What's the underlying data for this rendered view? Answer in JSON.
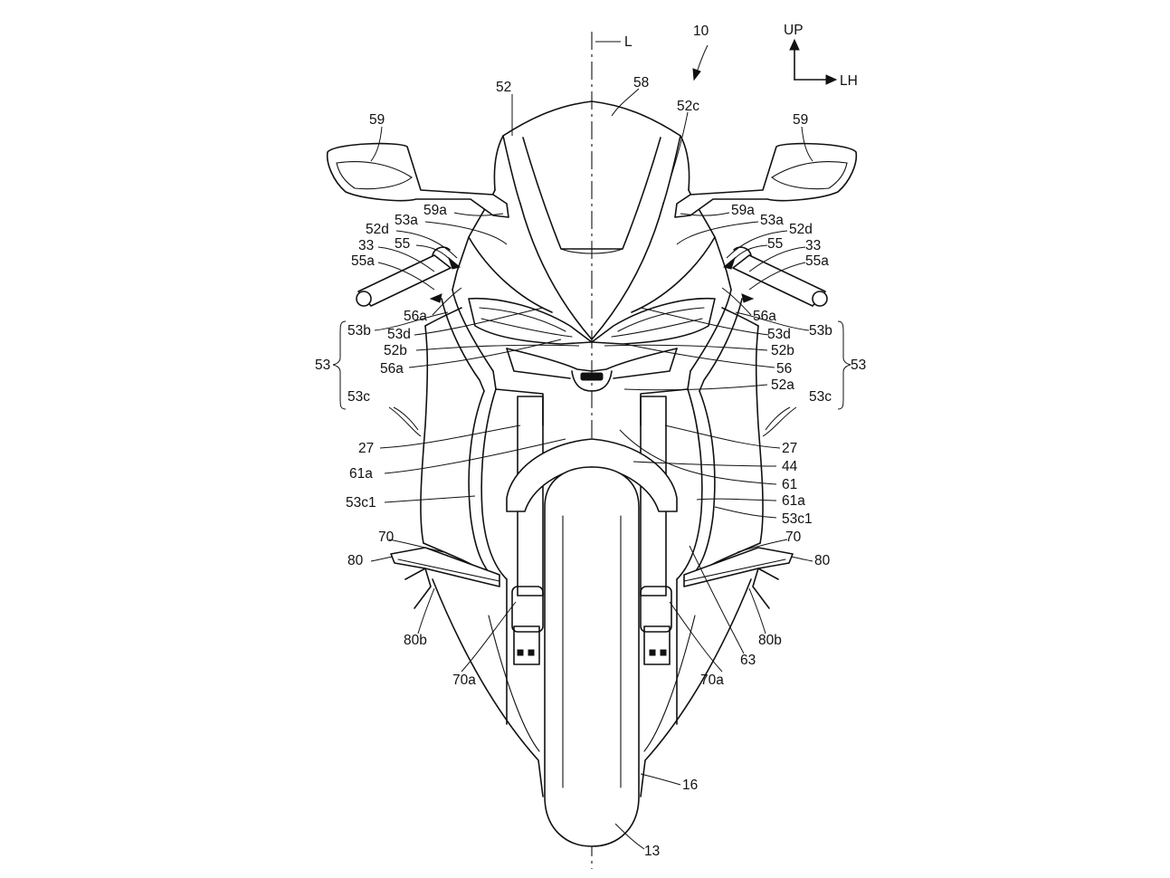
{
  "figure": {
    "ref_main": "10",
    "ref_axis": "L",
    "direction": {
      "up": "UP",
      "side": "LH"
    },
    "group_label_left": "53",
    "group_label_right": "53"
  },
  "labels": {
    "l52": "52",
    "l58": "58",
    "l52c": "52c",
    "l59_left": "59",
    "l59_right": "59",
    "l59a_left": "59a",
    "l59a_right": "59a",
    "l53a_left": "53a",
    "l53a_right": "53a",
    "l52d_left": "52d",
    "l52d_right": "52d",
    "l33_left": "33",
    "l33_right": "33",
    "l55_left": "55",
    "l55_right": "55",
    "l55a_left": "55a",
    "l55a_right": "55a",
    "l56a_left1": "56a",
    "l56a_right1": "56a",
    "l53b_left": "53b",
    "l53b_right": "53b",
    "l53d_left": "53d",
    "l53d_right": "53d",
    "l52b_left": "52b",
    "l52b_right": "52b",
    "l56a_left2": "56a",
    "l56_right": "56",
    "l52a_right": "52a",
    "l53c_left": "53c",
    "l53c_right": "53c",
    "l27_left": "27",
    "l27_right": "27",
    "l61a_left": "61a",
    "l44": "44",
    "l61": "61",
    "l61a_right": "61a",
    "l53c1_left": "53c1",
    "l53c1_right": "53c1",
    "l70_left": "70",
    "l70_right": "70",
    "l80_left": "80",
    "l80_right": "80",
    "l80b_left": "80b",
    "l80b_right": "80b",
    "l70a_left": "70a",
    "l70a_right": "70a",
    "l63": "63",
    "l16": "16",
    "l13": "13"
  }
}
